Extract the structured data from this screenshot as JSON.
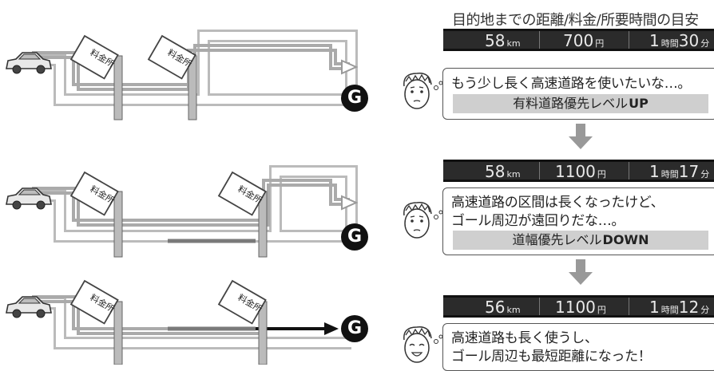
{
  "header": {
    "title": "目的地までの距離/料金/所要時間の目安"
  },
  "panels": [
    {
      "distance": "58",
      "distance_unit": "km",
      "fare": "700",
      "fare_unit": "円",
      "hours": "1",
      "hours_unit": "時間",
      "minutes": "30",
      "minutes_unit": "分",
      "comment_lines": [
        "もう少し長く高速道路を使いたいな…。"
      ],
      "setting": {
        "label": "有料道路優先レベル",
        "level": "UP"
      }
    },
    {
      "distance": "58",
      "distance_unit": "km",
      "fare": "1100",
      "fare_unit": "円",
      "hours": "1",
      "hours_unit": "時間",
      "minutes": "17",
      "minutes_unit": "分",
      "comment_lines": [
        "高速道路の区間は長くなったけど、",
        "ゴール周辺が遠回りだな…。"
      ],
      "setting": {
        "label": "道幅優先レベル",
        "level": "DOWN"
      }
    },
    {
      "distance": "56",
      "distance_unit": "km",
      "fare": "1100",
      "fare_unit": "円",
      "hours": "1",
      "hours_unit": "時間",
      "minutes": "12",
      "minutes_unit": "分",
      "comment_lines": [
        "高速道路も長く使うし、",
        "ゴール周辺も最短距離になった！"
      ]
    }
  ],
  "routes": [
    {
      "toll_label": "料金所",
      "goal_label": "G"
    },
    {
      "toll_label": "料金所",
      "goal_label": "G"
    },
    {
      "toll_label": "料金所",
      "goal_label": "G"
    }
  ],
  "icons": {
    "car": "car-icon",
    "goal": "goal-marker-icon",
    "toll": "toll-gate-sign",
    "face": "thinking-face-icon",
    "arrow": "down-arrow-icon"
  },
  "colors": {
    "bar_bg": "#2b2b2b",
    "button_bg": "#cfcfcf",
    "road_gray": "#aaaaaa",
    "highway_dark": "#7a7a7a"
  }
}
